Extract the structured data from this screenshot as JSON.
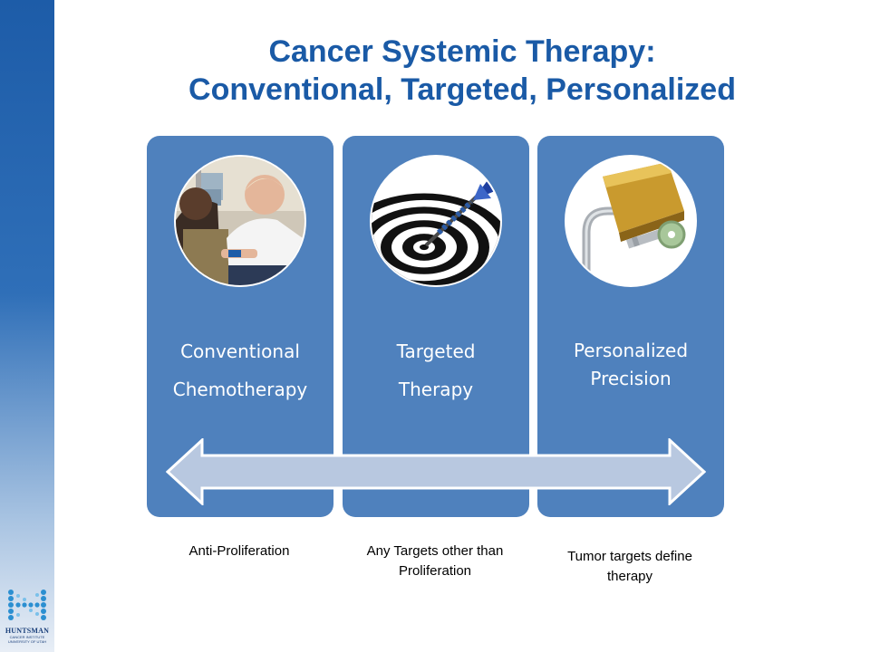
{
  "slide": {
    "title_line1": "Cancer Systemic Therapy:",
    "title_line2": "Conventional, Targeted, Personalized"
  },
  "cards": [
    {
      "line1": "Conventional",
      "line2": "Chemotherapy",
      "caption": "Anti-Proliferation",
      "image": "patient-receiving-chemotherapy-photo"
    },
    {
      "line1": "Targeted",
      "line2": "Therapy",
      "caption": "Any Targets other than Proliferation",
      "image": "dart-hitting-bullseye-photo"
    },
    {
      "line1": "Personalized",
      "line2": "Precision",
      "caption": "Tumor targets define therapy",
      "image": "padlock-and-key-photo"
    }
  ],
  "logo": {
    "name": "HUNTSMAN",
    "subtitle1": "CANCER INSTITUTE",
    "subtitle2": "UNIVERSITY OF UTAH"
  },
  "colors": {
    "title": "#1a5aa6",
    "card": "#4f81bd",
    "arrow": "#b8c8e0",
    "side_bar": "#1d5ca8"
  },
  "icons": [
    "double-headed-arrow-icon",
    "huntsman-logo-icon"
  ]
}
